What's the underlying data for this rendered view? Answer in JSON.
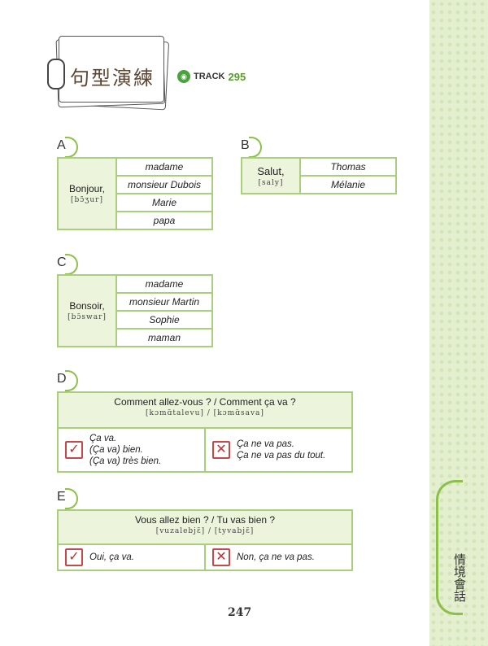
{
  "header": {
    "title": "句型演練",
    "track_label": "TRACK",
    "track_number": "295",
    "audio_icon": "audio-icon"
  },
  "section_a": {
    "label": "A",
    "lead": "Bonjour,",
    "phonetic": "[bɔ̃ʒur]",
    "options": [
      "madame",
      "monsieur Dubois",
      "Marie",
      "papa"
    ]
  },
  "section_b": {
    "label": "B",
    "lead": "Salut,",
    "phonetic": "[saly]",
    "options": [
      "Thomas",
      "Mélanie"
    ]
  },
  "section_c": {
    "label": "C",
    "lead": "Bonsoir,",
    "phonetic": "[bɔ̃swar]",
    "options": [
      "madame",
      "monsieur Martin",
      "Sophie",
      "maman"
    ]
  },
  "section_d": {
    "label": "D",
    "question": "Comment allez-vous ? / Comment ça va ?",
    "phonetic": "[kɔmɑ̃talevu] / [kɔmɑ̃sava]",
    "positive": [
      "Ça va.",
      "(Ça va) bien.",
      "(Ça va) très bien."
    ],
    "negative": [
      "Ça ne va pas.",
      "Ça ne va pas du tout."
    ],
    "check_symbol": "✓",
    "cross_symbol": "✕"
  },
  "section_e": {
    "label": "E",
    "question": "Vous allez bien ? / Tu vas bien ?",
    "phonetic": "[vuzalebjɛ̃] / [tyvabjɛ̃]",
    "positive": [
      "Oui, ça va."
    ],
    "negative": [
      "Non, ça ne va pas."
    ],
    "check_symbol": "✓",
    "cross_symbol": "✕"
  },
  "sidebar": {
    "tab_label": "情境會話"
  },
  "footer": {
    "page_number": "247"
  },
  "colors": {
    "accent_green": "#8cc04a",
    "sidebar_bg": "#e3efcf",
    "check_red": "#c03030"
  }
}
